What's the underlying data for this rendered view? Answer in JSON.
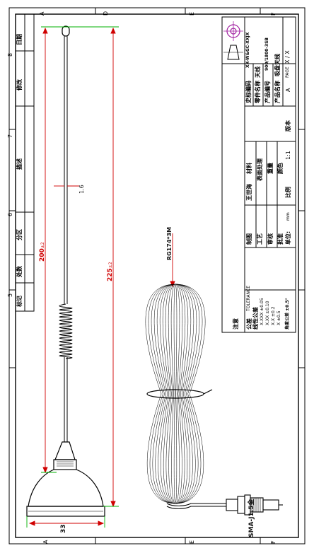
{
  "ruler": {
    "cols_top": [
      "A",
      "D",
      "E",
      "F"
    ],
    "cols_bottom": [
      "A",
      "E",
      "F"
    ],
    "rows": [
      "8",
      "7",
      "6",
      "5"
    ]
  },
  "revision_block": {
    "date": "日期",
    "modify": "修改",
    "description": "描述",
    "zone": "分区",
    "file_no": "处数",
    "mark": "标记"
  },
  "title_block": {
    "drawing_no_label": "史标编码",
    "drawing_no_value": "XX-W&GC-XXJX",
    "part_name_label": "零件名称",
    "part_name_value": "天线",
    "product_no_label": "产品编号",
    "product_no_value": "900/1800-3SB",
    "product_name_label": "产品名称",
    "product_name_value": "吸盘天线",
    "page_label": "PAGE",
    "page_value": "X / X",
    "version_label": "版本",
    "version_value": "A",
    "scale_label": "比例",
    "scale_value": "1:1",
    "material_label": "材料",
    "surface_label": "表面处理",
    "weight_label": "重量",
    "color_label": "颜色",
    "drawn_label": "制图",
    "drawn_value": "王世海",
    "craft_label": "工艺",
    "check_label": "审核",
    "approve_label": "批准",
    "unit_label": "单位:",
    "unit_value": "mm",
    "note_label": "注意",
    "tolerance_label": "公差",
    "tolerance_title": "TOLERANCE",
    "dim_tol_label": "线性公差",
    "tolerances": [
      "X.XXX ±0.05",
      "X.XX ±0.10",
      "X.X ±0.2",
      "X ±0.5"
    ],
    "angle_tol": "角度公差 ±0.5°"
  },
  "drawing": {
    "dim_total": "225",
    "dim_total_tol": "±2",
    "dim_whip": "200",
    "dim_whip_tol": "±2",
    "dim_rod": "1.6",
    "dim_base": "33",
    "cable_label": "RG174*3M",
    "connector_label": "SMA-J1.5金"
  }
}
